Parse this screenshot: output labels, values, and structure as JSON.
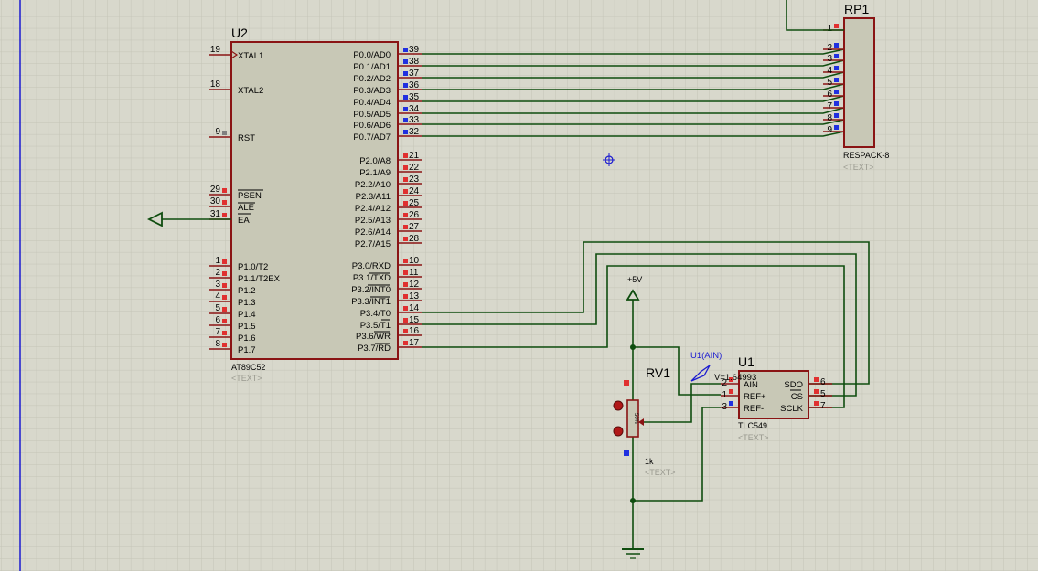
{
  "schematic": {
    "u2": {
      "ref": "U2",
      "part": "AT89C52",
      "text": "<TEXT>",
      "left_pins": [
        {
          "num": "19",
          "label": "XTAL1"
        },
        {
          "num": "18",
          "label": "XTAL2"
        },
        {
          "num": "9",
          "label": "RST"
        },
        {
          "num": "29",
          "label": "PSEN"
        },
        {
          "num": "30",
          "label": "ALE"
        },
        {
          "num": "31",
          "label": "EA"
        },
        {
          "num": "1",
          "label": "P1.0/T2"
        },
        {
          "num": "2",
          "label": "P1.1/T2EX"
        },
        {
          "num": "3",
          "label": "P1.2"
        },
        {
          "num": "4",
          "label": "P1.3"
        },
        {
          "num": "5",
          "label": "P1.4"
        },
        {
          "num": "6",
          "label": "P1.5"
        },
        {
          "num": "7",
          "label": "P1.6"
        },
        {
          "num": "8",
          "label": "P1.7"
        }
      ],
      "right_pins": [
        {
          "num": "39",
          "label": "P0.0/AD0"
        },
        {
          "num": "38",
          "label": "P0.1/AD1"
        },
        {
          "num": "37",
          "label": "P0.2/AD2"
        },
        {
          "num": "36",
          "label": "P0.3/AD3"
        },
        {
          "num": "35",
          "label": "P0.4/AD4"
        },
        {
          "num": "34",
          "label": "P0.5/AD5"
        },
        {
          "num": "33",
          "label": "P0.6/AD6"
        },
        {
          "num": "32",
          "label": "P0.7/AD7"
        },
        {
          "num": "21",
          "label": "P2.0/A8"
        },
        {
          "num": "22",
          "label": "P2.1/A9"
        },
        {
          "num": "23",
          "label": "P2.2/A10"
        },
        {
          "num": "24",
          "label": "P2.3/A11"
        },
        {
          "num": "25",
          "label": "P2.4/A12"
        },
        {
          "num": "26",
          "label": "P2.5/A13"
        },
        {
          "num": "27",
          "label": "P2.6/A14"
        },
        {
          "num": "28",
          "label": "P2.7/A15"
        },
        {
          "num": "10",
          "label": "P3.0/RXD"
        },
        {
          "num": "11",
          "label": "P3.1/TXD"
        },
        {
          "num": "12",
          "label": "P3.2/INT0"
        },
        {
          "num": "13",
          "label": "P3.3/INT1"
        },
        {
          "num": "14",
          "label": "P3.4/T0"
        },
        {
          "num": "15",
          "label": "P3.5/T1"
        },
        {
          "num": "16",
          "label": "P3.6/WR"
        },
        {
          "num": "17",
          "label": "P3.7/RD"
        }
      ]
    },
    "rp1": {
      "ref": "RP1",
      "part": "RESPACK-8",
      "text": "<TEXT>",
      "pins": [
        "1",
        "2",
        "3",
        "4",
        "5",
        "6",
        "7",
        "8",
        "9"
      ]
    },
    "u1": {
      "ref": "U1",
      "part": "TLC549",
      "text": "<TEXT>",
      "left_pins": [
        {
          "num": "2",
          "label": "AIN"
        },
        {
          "num": "1",
          "label": "REF+"
        },
        {
          "num": "3",
          "label": "REF-"
        }
      ],
      "right_pins": [
        {
          "num": "6",
          "label": "SDO"
        },
        {
          "num": "5",
          "label": "CS"
        },
        {
          "num": "7",
          "label": "SCLK"
        }
      ],
      "probe_label": "U1(AIN)",
      "probe_value": "V=1.64993"
    },
    "rv1": {
      "ref": "RV1",
      "value": "1k",
      "text": "<TEXT>",
      "body_label": "50%"
    },
    "power": {
      "label": "+5V"
    },
    "colors": {
      "background": "#d8d8cc",
      "grid": "#c4c4b6",
      "wire": "#0f4d0f",
      "component_body": "#c8c8b6",
      "component_border": "#8a1414",
      "pin_red": "#e03030",
      "pin_blue": "#2030e0",
      "probe_blue": "#1a1ad0",
      "margin_line": "#1a1ad0"
    }
  }
}
